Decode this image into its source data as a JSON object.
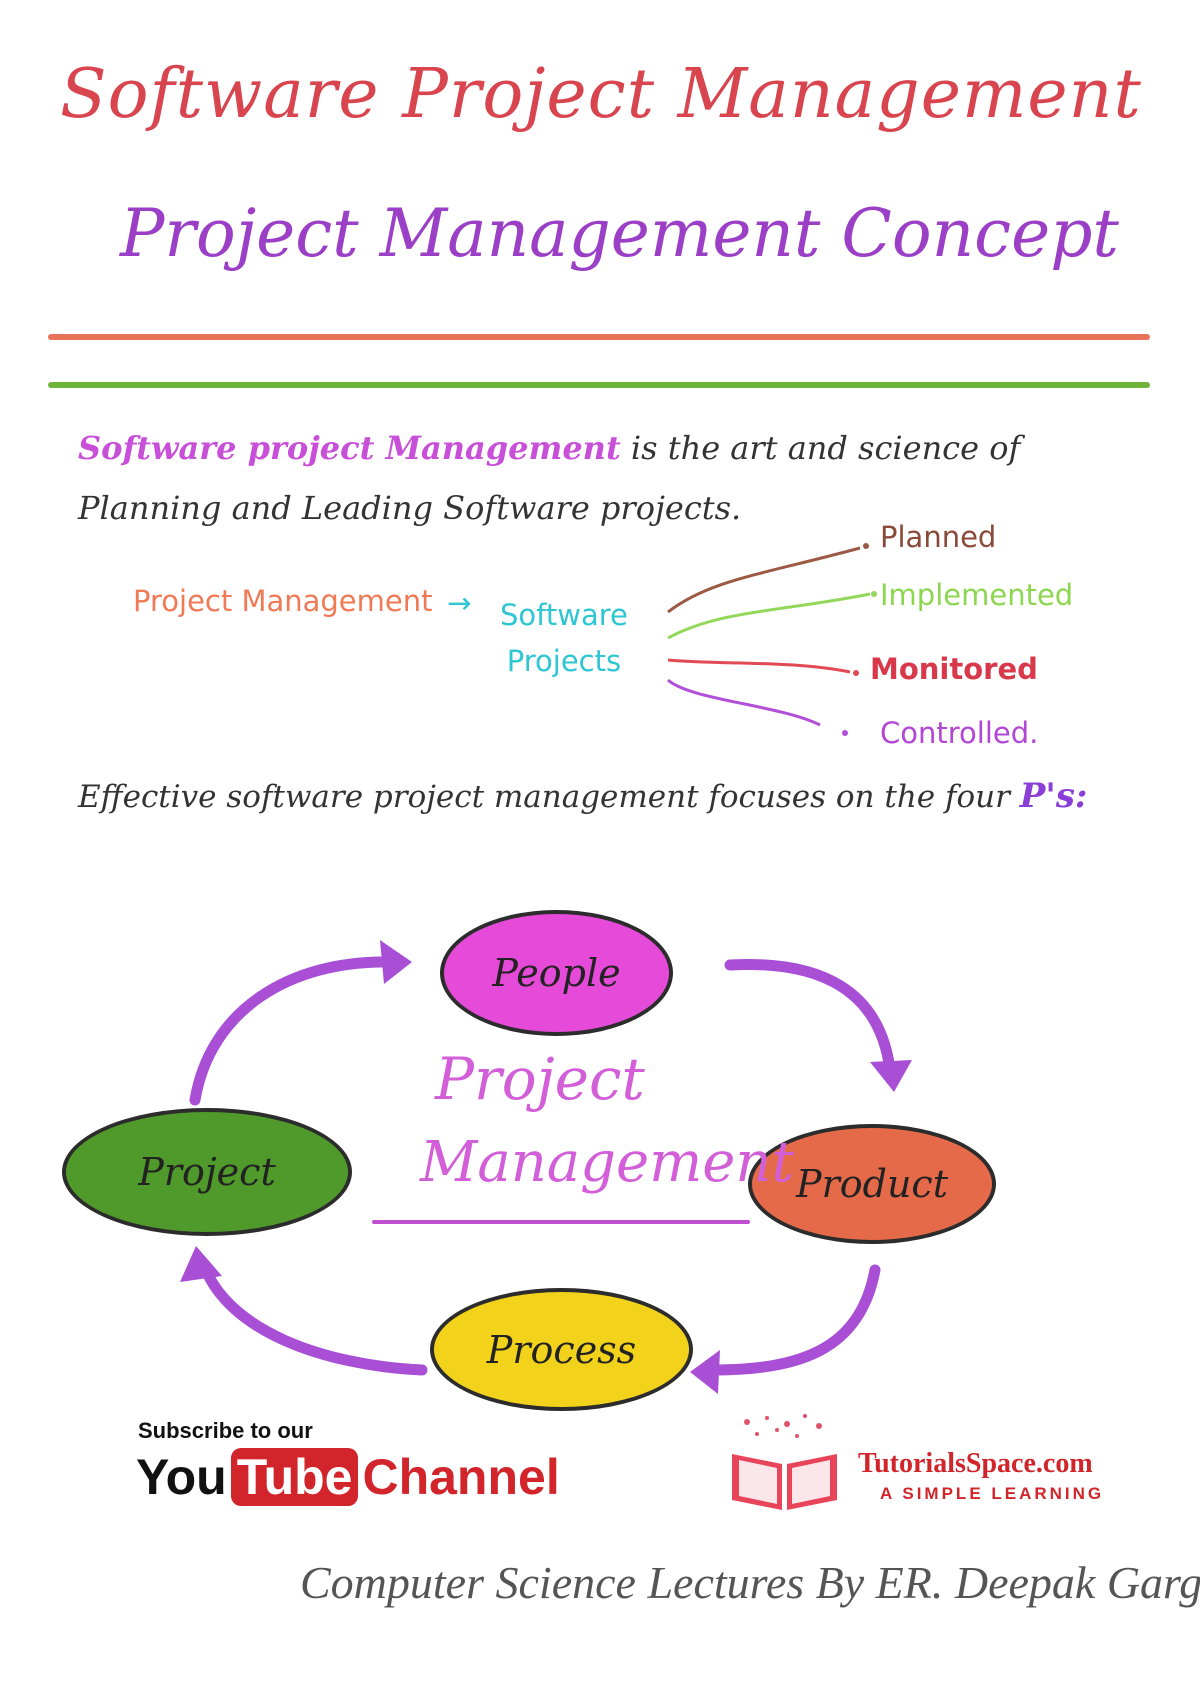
{
  "header": {
    "title": "Software Project Management",
    "subtitle": "Project Management Concept"
  },
  "definition": {
    "term": "Software project Management",
    "rest_line1": "is the art and science of",
    "rest_line2": "Planning and Leading Software projects."
  },
  "flow": {
    "source": "Project Management",
    "arrow": "→",
    "target_line1": "Software",
    "target_line2": "Projects",
    "branches": [
      "Planned",
      "Implemented",
      "Monitored",
      "Controlled."
    ]
  },
  "focus": {
    "text": "Effective software project management focuses on the four",
    "ps": "P's:"
  },
  "cycle": {
    "center_line1": "Project",
    "center_line2": "Management",
    "nodes": {
      "people": "People",
      "product": "Product",
      "process": "Process",
      "project": "Project"
    }
  },
  "promo": {
    "subscribe": "Subscribe to our",
    "you": "You",
    "tube": "Tube",
    "channel": "Channel",
    "site_name": "TutorialsSpace.com",
    "site_tagline": "A SIMPLE LEARNING"
  },
  "footer": {
    "credit": "Computer Science Lectures By ER. Deepak Garg"
  },
  "colors": {
    "title": "#d8454f",
    "subtitle": "#9b3fc6",
    "people": "#e54ad8",
    "product": "#e56a4a",
    "process": "#f2d21b",
    "project": "#4f9a2a",
    "cycle_arrow": "#a84fd6"
  }
}
